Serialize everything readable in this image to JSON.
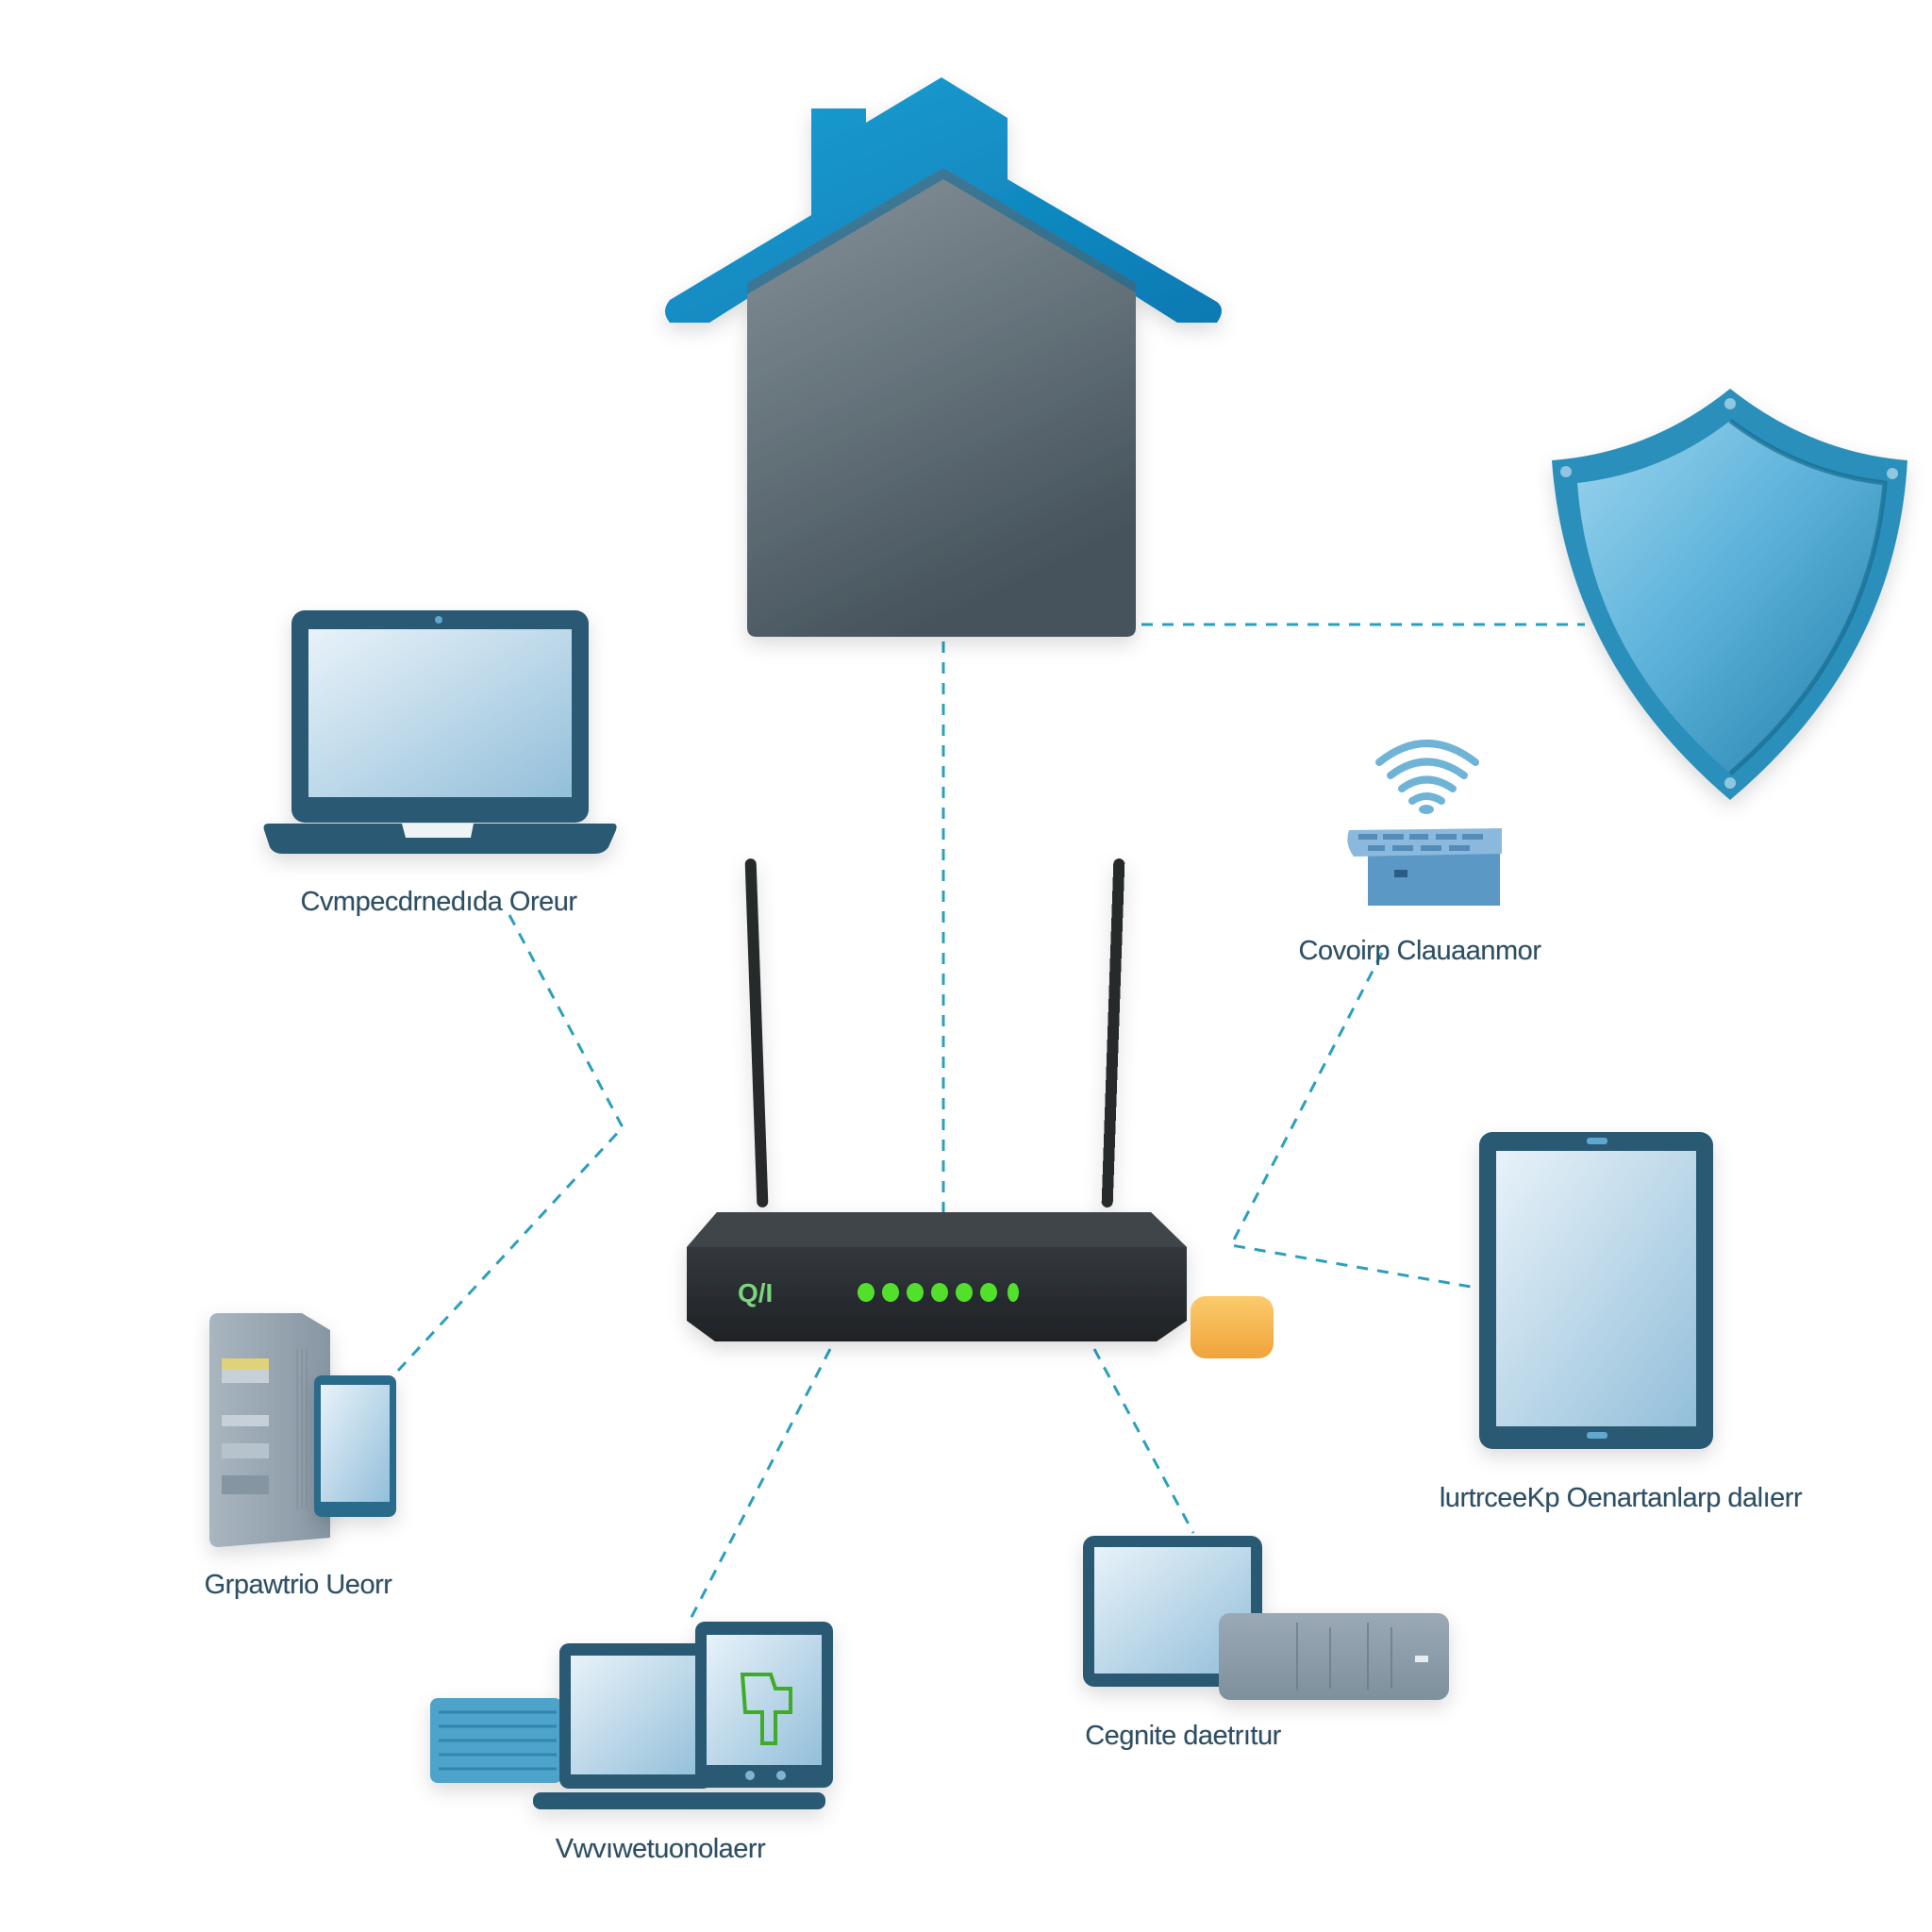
{
  "diagram": {
    "title": "Home network topology",
    "colors": {
      "accent_blue": "#1a8fc6",
      "device_frame": "#2c5a73",
      "screen_light": "#dcebf5",
      "screen_dark": "#9cc4dc",
      "router_body": "#2b2f33",
      "led_green": "#53e02b",
      "connector_line": "#2b9fbd",
      "house_body": "#5c6a73",
      "shield": "#2b8db5",
      "accessory_orange": "#f4b04a"
    },
    "nodes": [
      {
        "id": "house",
        "icon": "house-icon",
        "label": ""
      },
      {
        "id": "shield",
        "icon": "shield-icon",
        "label": ""
      },
      {
        "id": "router",
        "icon": "wifi-router-icon",
        "label": "",
        "led_count": 7,
        "front_logo": "Q/I"
      },
      {
        "id": "laptop",
        "icon": "laptop-icon",
        "label": "Cvmpecdrnedıda Oreur"
      },
      {
        "id": "wifi-hub",
        "icon": "wifi-access-point-icon",
        "label": "Covoirp Clauaanmor"
      },
      {
        "id": "tablet",
        "icon": "tablet-icon",
        "label": "lurtrceeKp Oenartanlarp dalıerr"
      },
      {
        "id": "server-phone",
        "icon": "server-tower-icon",
        "label": "Grpawtrio Ueorr"
      },
      {
        "id": "workstation",
        "icon": "desktop-tablet-combo-icon",
        "label": "Vwvıwetuonolaerr"
      },
      {
        "id": "monitor-nas",
        "icon": "monitor-storage-icon",
        "label": "Cegnite daetrıtur"
      }
    ],
    "edges": [
      {
        "from": "house",
        "to": "router",
        "style": "dashed"
      },
      {
        "from": "house",
        "to": "shield",
        "style": "dashed"
      },
      {
        "from": "laptop",
        "to": "server-phone",
        "style": "dashed"
      },
      {
        "from": "wifi-hub",
        "to": "tablet",
        "style": "dashed"
      },
      {
        "from": "router",
        "to": "workstation",
        "style": "dashed"
      },
      {
        "from": "router",
        "to": "monitor-nas",
        "style": "dashed"
      }
    ]
  }
}
